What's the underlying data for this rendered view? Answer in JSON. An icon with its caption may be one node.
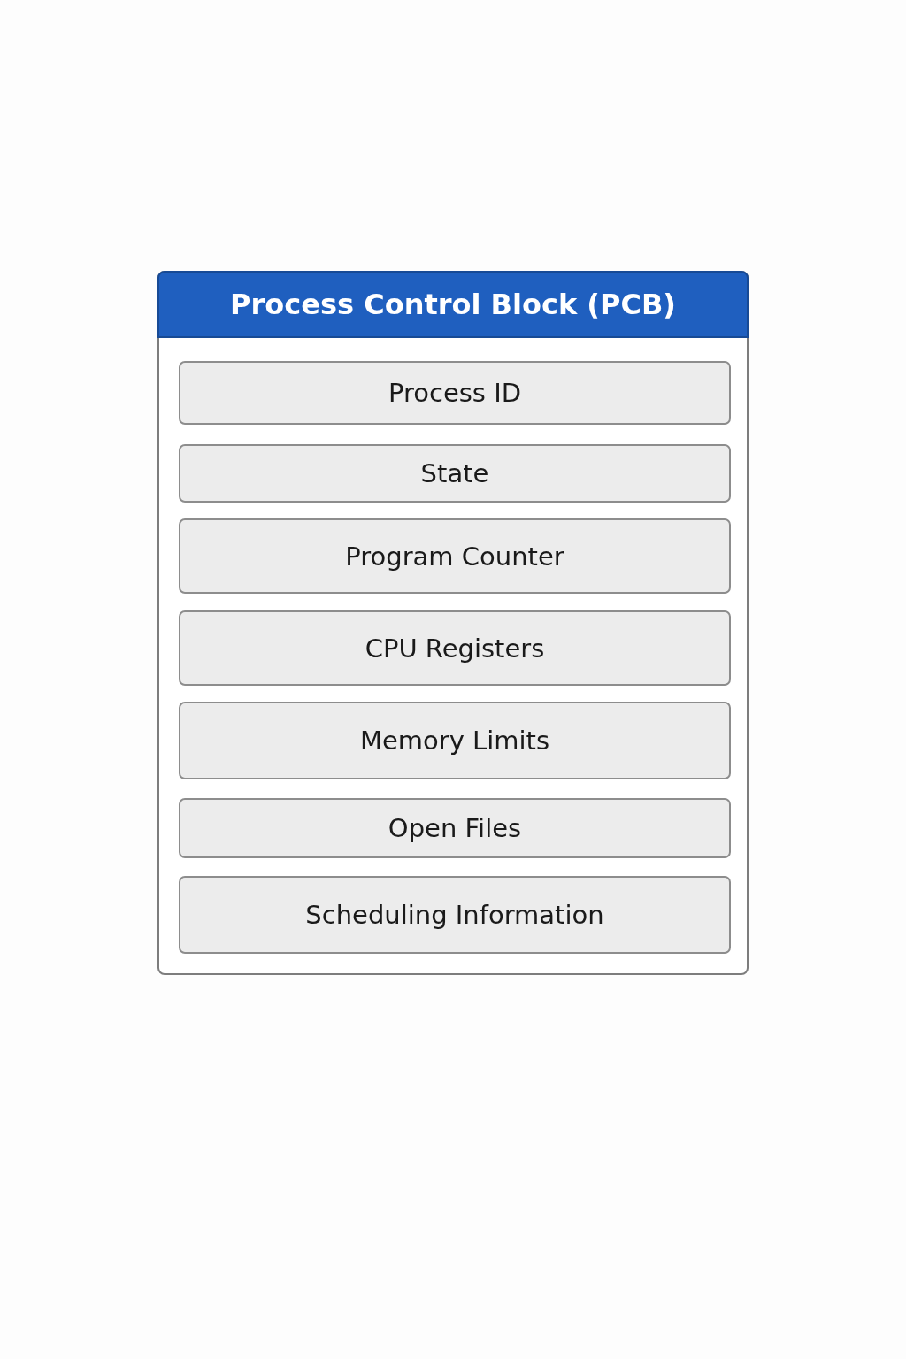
{
  "diagram": {
    "nodes": [
      {
        "text": [
          "Process Control Block (PCB)"
        ]
      },
      {
        "text": [
          "Process ID"
        ],
        "in": 0
      },
      {
        "text": [
          "State"
        ],
        "in": 0
      },
      {
        "text": [
          "Program Counter"
        ],
        "in": 0
      },
      {
        "text": [
          "CPU Registers"
        ],
        "in": 0
      },
      {
        "text": [
          "Memory Limits"
        ],
        "in": 0
      },
      {
        "text": [
          "Open Files"
        ],
        "in": 0
      },
      {
        "text": [
          "Scheduling Information"
        ],
        "in": 0
      }
    ]
  }
}
